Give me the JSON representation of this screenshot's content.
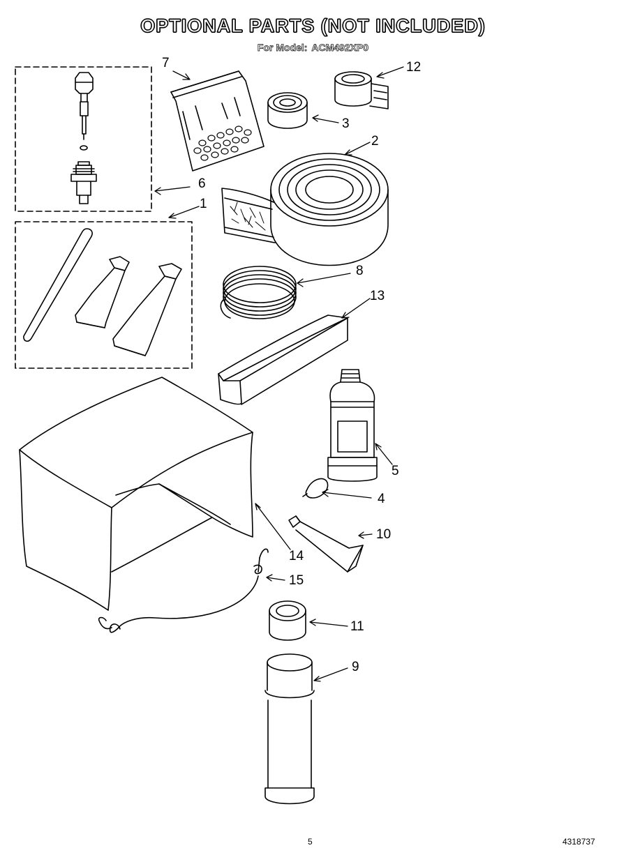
{
  "header": {
    "title": "OPTIONAL PARTS (NOT INCLUDED)",
    "model_label": "For Model:",
    "model_number": "ACM492XP0"
  },
  "callouts": [
    "1",
    "2",
    "3",
    "4",
    "5",
    "6",
    "7",
    "8",
    "9",
    "10",
    "11",
    "12",
    "13",
    "14",
    "15"
  ],
  "parts": [
    {
      "number": "1",
      "item": "sealing-kit-rod-tubes"
    },
    {
      "number": "2",
      "item": "foam-tape-roll"
    },
    {
      "number": "3",
      "item": "tape-roll-small"
    },
    {
      "number": "4",
      "item": "small-capsule"
    },
    {
      "number": "5",
      "item": "bottle"
    },
    {
      "number": "6",
      "item": "valve-fitting-assembly"
    },
    {
      "number": "7",
      "item": "hardware-bag"
    },
    {
      "number": "8",
      "item": "coil-wire"
    },
    {
      "number": "9",
      "item": "aerosol-can"
    },
    {
      "number": "10",
      "item": "small-tube"
    },
    {
      "number": "11",
      "item": "tape-roll-short"
    },
    {
      "number": "12",
      "item": "tape-roll-flat"
    },
    {
      "number": "13",
      "item": "foam-strip"
    },
    {
      "number": "14",
      "item": "cover"
    },
    {
      "number": "15",
      "item": "cord"
    }
  ],
  "footer": {
    "page_number": "5",
    "document_number": "4318737"
  }
}
